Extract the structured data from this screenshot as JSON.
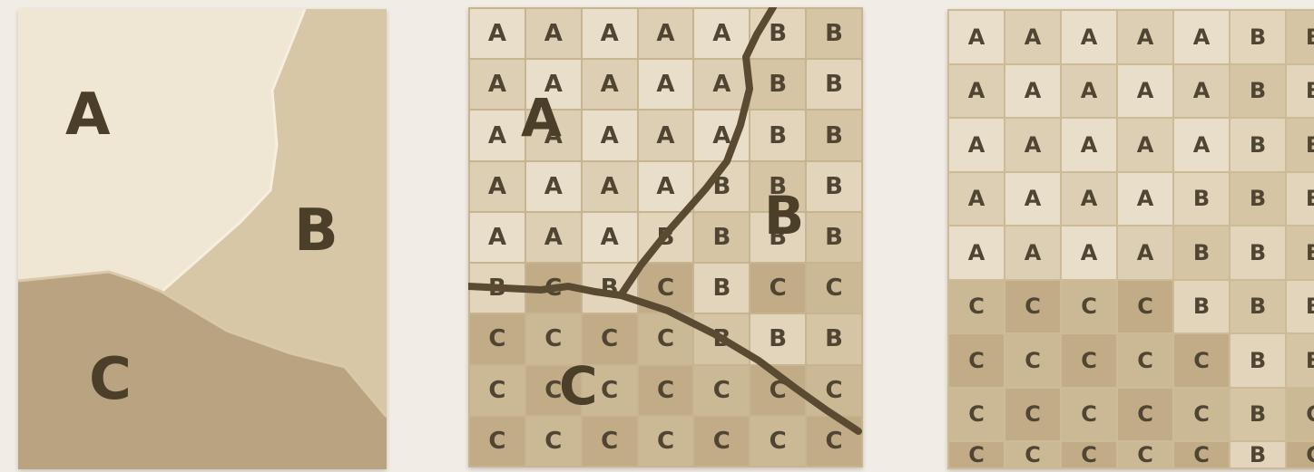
{
  "regions_panel": {
    "label_a": "A",
    "label_b": "B",
    "label_c": "C",
    "colors": {
      "A": "#efe6d3",
      "B": "#d8c7a6",
      "C": "#b9a380"
    }
  },
  "overlay_panel": {
    "label_a": "A",
    "label_b": "B",
    "label_c": "C",
    "rows": [
      [
        "A",
        "A",
        "A",
        "A",
        "A",
        "B",
        "B"
      ],
      [
        "A",
        "A",
        "A",
        "A",
        "A",
        "B",
        "B"
      ],
      [
        "A",
        "A",
        "A",
        "A",
        "A",
        "B",
        "B"
      ],
      [
        "A",
        "A",
        "A",
        "A",
        "B",
        "B",
        "B"
      ],
      [
        "A",
        "A",
        "A",
        "B",
        "B",
        "B",
        "B"
      ],
      [
        "B",
        "C",
        "B",
        "C",
        "B",
        "C",
        "C"
      ],
      [
        "C",
        "C",
        "C",
        "C",
        "B",
        "B",
        "B"
      ],
      [
        "C",
        "C",
        "C",
        "C",
        "C",
        "C",
        "C"
      ],
      [
        "C",
        "C",
        "C",
        "C",
        "C",
        "C",
        "C"
      ]
    ]
  },
  "grid_panel": {
    "rows": [
      [
        "A",
        "A",
        "A",
        "A",
        "A",
        "B",
        "B"
      ],
      [
        "A",
        "A",
        "A",
        "A",
        "A",
        "B",
        "B"
      ],
      [
        "A",
        "A",
        "A",
        "A",
        "A",
        "B",
        "B"
      ],
      [
        "A",
        "A",
        "A",
        "A",
        "B",
        "B",
        "B"
      ],
      [
        "A",
        "A",
        "A",
        "A",
        "B",
        "B",
        "B"
      ],
      [
        "C",
        "C",
        "C",
        "C",
        "B",
        "B",
        "B"
      ],
      [
        "C",
        "C",
        "C",
        "C",
        "C",
        "B",
        "B"
      ],
      [
        "C",
        "C",
        "C",
        "C",
        "C",
        "B",
        "C"
      ],
      [
        "C",
        "C",
        "C",
        "C",
        "C",
        "B",
        "C"
      ]
    ]
  }
}
